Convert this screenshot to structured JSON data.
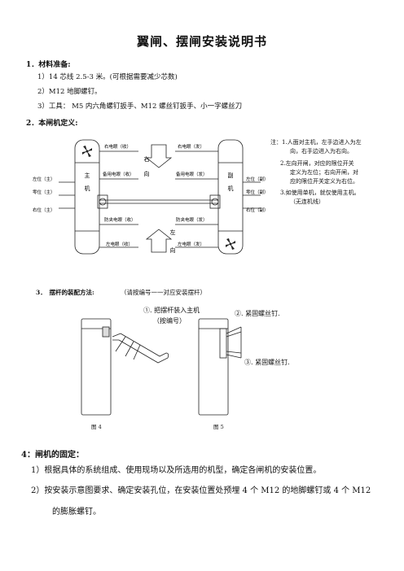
{
  "title": "翼闸、摆闸安装说明书",
  "section1": {
    "heading": "1．材料准备:",
    "item1": "1）14 芯线 2.5-3 米。(可根据需要减少芯数)",
    "item2": "2）M12 地脚螺钉。",
    "item3": "3）工具： M5 内六角螺钉扳手、M12 螺丝钉扳手、小一字螺丝刀"
  },
  "section2": {
    "heading": "2．本闸机定义:",
    "diagram": {
      "master_top_char": "主",
      "master_bottom_char": "机",
      "slave_top_char": "副",
      "slave_bottom_char": "机",
      "right_arrow_char1": "右",
      "right_arrow_char2": "向",
      "left_arrow_char1": "左",
      "left_arrow_char2": "向",
      "label_right_eye_recv": "右电眼（收）",
      "label_right_eye_send": "右电眼（发）",
      "label_spare_eye_recv": "备用电眼（收）",
      "label_spare_eye_send": "备用电眼（发）",
      "label_anti_eye_recv": "防夹电眼（收）",
      "label_anti_eye_send": "防夹电眼（发）",
      "label_left_eye_recv": "左电眼（收）",
      "label_left_eye_send": "左电眼（发）",
      "label_left_pos_master": "左位（主）",
      "label_zero_pos_master": "零位（主）",
      "label_right_pos_master": "右位（主）",
      "label_left_pos_slave": "左位（副）",
      "label_zero_pos_slave": "零位（副）",
      "label_right_pos_slave": "右位（副）"
    },
    "notes": [
      "注：1.人面对主机，左手边进入为左",
      "向，右手边进入为右向。",
      "2.左向开闸，对应的限位开关",
      "定义为左位；右向开闸，对",
      "应的限位开关定义为右位。",
      "3.如使用单机，就仅使用主机。",
      "（无连机线）"
    ]
  },
  "section3": {
    "heading": "3．　摆杆的装配方法:",
    "subtitle": "（请按编号一一对应安装摆杆）",
    "callout1a": "①. 把摆杆装入主机",
    "callout1b": "（按编号）",
    "callout2": "②. 紧固螺丝钉.",
    "callout3": "③. 紧固螺丝钉.",
    "fig4": "图 4",
    "fig5": "图 5"
  },
  "section4": {
    "heading": "4：闸机的固定：",
    "item1": "1）根据具体的系统组成、使用现场以及所选用的机型，确定各闸机的安装位置。",
    "item2": "2）按安装示意图要求、确定安装孔位，在安装位置处预埋 4 个 M12 的地脚螺钉或 4 个 M12",
    "item2b": "的膨胀螺钉。"
  }
}
